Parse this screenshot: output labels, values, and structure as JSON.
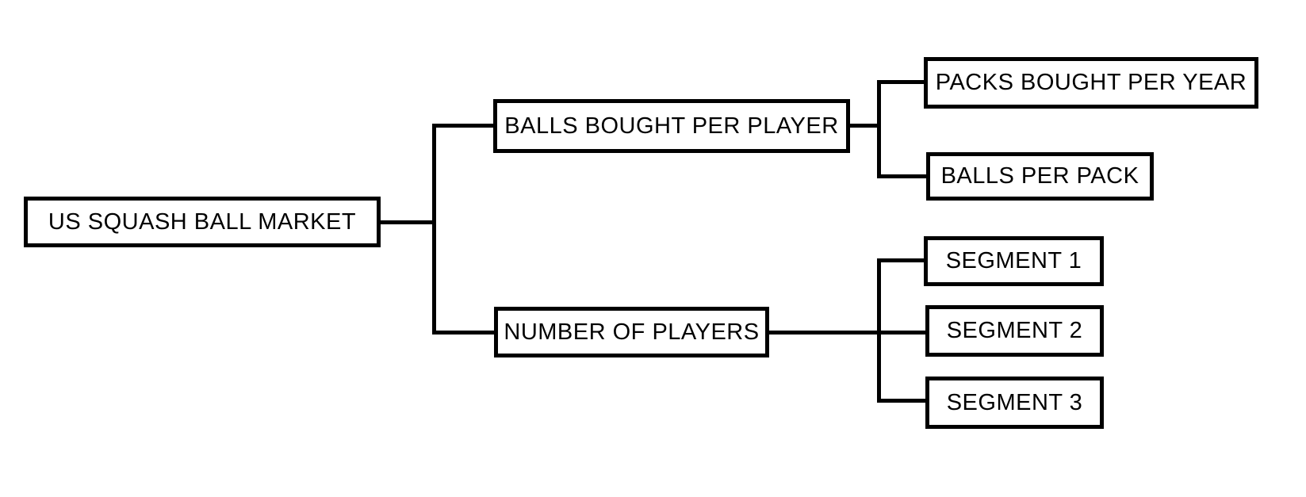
{
  "diagram": {
    "type": "tree",
    "orientation": "left-to-right",
    "colors": {
      "background": "#ffffff",
      "box_fill": "#ffffff",
      "box_border": "#000000",
      "text": "#000000",
      "connector": "#000000"
    },
    "nodes": {
      "root": {
        "label": "US SQUASH BALL MARKET"
      },
      "balls_bought_per_player": {
        "label": "BALLS BOUGHT PER PLAYER"
      },
      "packs_bought_per_year": {
        "label": "PACKS BOUGHT PER YEAR"
      },
      "balls_per_pack": {
        "label": "BALLS PER PACK"
      },
      "number_of_players": {
        "label": "NUMBER OF PLAYERS"
      },
      "segment_1": {
        "label": "SEGMENT 1"
      },
      "segment_2": {
        "label": "SEGMENT 2"
      },
      "segment_3": {
        "label": "SEGMENT 3"
      }
    },
    "edges": [
      {
        "from": "root",
        "to": "balls_bought_per_player"
      },
      {
        "from": "root",
        "to": "number_of_players"
      },
      {
        "from": "balls_bought_per_player",
        "to": "packs_bought_per_year"
      },
      {
        "from": "balls_bought_per_player",
        "to": "balls_per_pack"
      },
      {
        "from": "number_of_players",
        "to": "segment_1"
      },
      {
        "from": "number_of_players",
        "to": "segment_2"
      },
      {
        "from": "number_of_players",
        "to": "segment_3"
      }
    ]
  }
}
